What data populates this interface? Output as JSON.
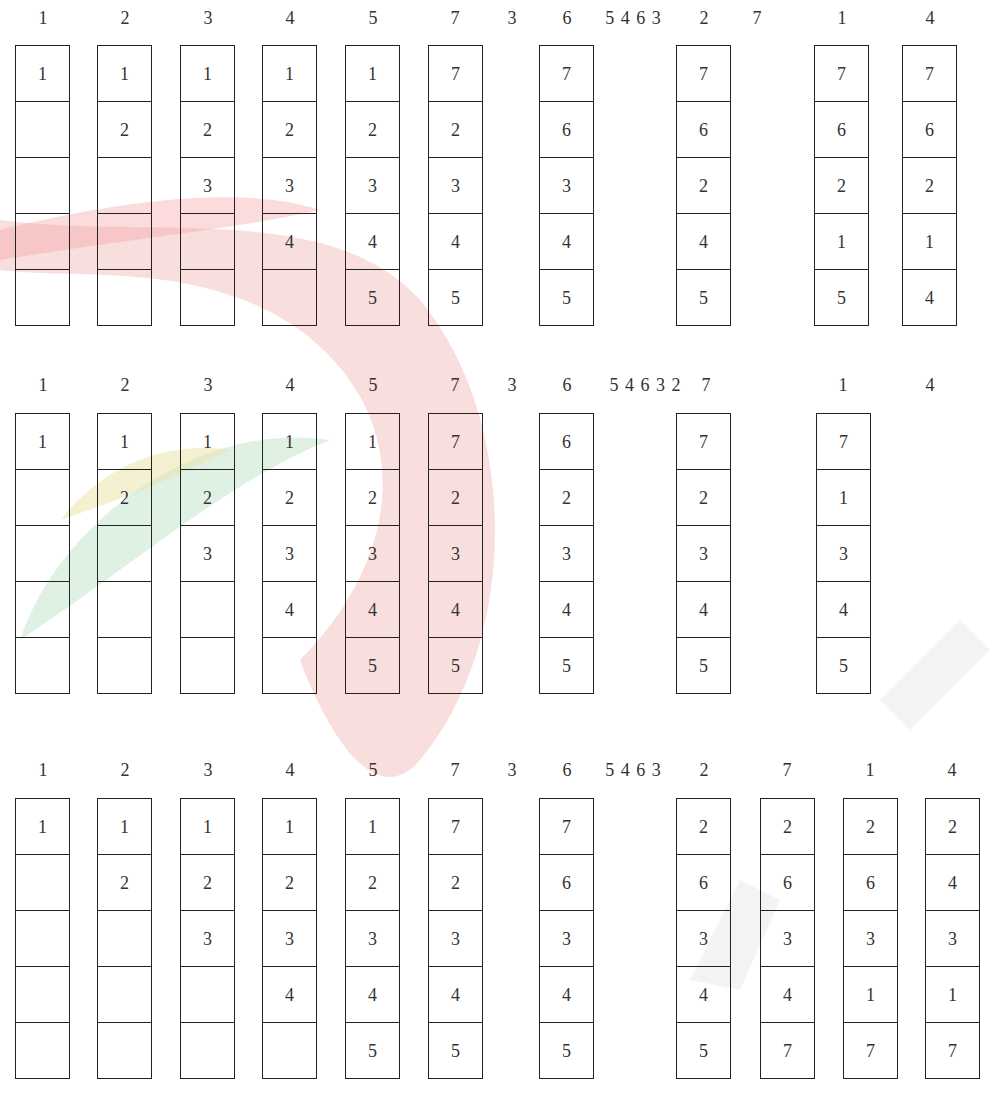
{
  "diagram": {
    "nodes": [
      {
        "text": [
          "1"
        ]
      },
      {
        "text": [
          "1"
        ]
      },
      {
        "text": [
          "2"
        ]
      },
      {
        "text": [
          "1"
        ]
      },
      {
        "text": [
          "2"
        ]
      },
      {
        "text": [
          "3"
        ]
      },
      {
        "text": [
          "1"
        ]
      },
      {
        "text": [
          "2"
        ]
      },
      {
        "text": [
          "3"
        ]
      },
      {
        "text": [
          "4"
        ]
      },
      {
        "text": [
          "1"
        ]
      },
      {
        "text": [
          "2"
        ]
      },
      {
        "text": [
          "3"
        ]
      },
      {
        "text": [
          "4"
        ]
      },
      {
        "text": [
          "5"
        ]
      },
      {
        "text": [
          "7"
        ]
      },
      {
        "text": [
          "2"
        ]
      },
      {
        "text": [
          "3"
        ]
      },
      {
        "text": [
          "4"
        ]
      },
      {
        "text": [
          "5"
        ]
      },
      {
        "text": [
          "7"
        ]
      },
      {
        "text": [
          "6"
        ]
      },
      {
        "text": [
          "3"
        ]
      },
      {
        "text": [
          "4"
        ]
      },
      {
        "text": [
          "5"
        ]
      },
      {
        "text": [
          "7"
        ]
      },
      {
        "text": [
          "6"
        ]
      },
      {
        "text": [
          "2"
        ]
      },
      {
        "text": [
          "4"
        ]
      },
      {
        "text": [
          "5"
        ]
      },
      {
        "text": [
          "7"
        ]
      },
      {
        "text": [
          "6"
        ]
      },
      {
        "text": [
          "2"
        ]
      },
      {
        "text": [
          "1"
        ]
      },
      {
        "text": [
          "5"
        ]
      },
      {
        "text": [
          "7"
        ]
      },
      {
        "text": [
          "6"
        ]
      },
      {
        "text": [
          "2"
        ]
      },
      {
        "text": [
          "1"
        ]
      },
      {
        "text": [
          "4"
        ]
      },
      {
        "text": [
          "1"
        ]
      },
      {
        "text": [
          "1"
        ]
      },
      {
        "text": [
          "2"
        ]
      },
      {
        "text": [
          "1"
        ]
      },
      {
        "text": [
          "2"
        ]
      },
      {
        "text": [
          "3"
        ]
      },
      {
        "text": [
          "1"
        ]
      },
      {
        "text": [
          "2"
        ]
      },
      {
        "text": [
          "3"
        ]
      },
      {
        "text": [
          "4"
        ]
      },
      {
        "text": [
          "1"
        ]
      },
      {
        "text": [
          "2"
        ]
      },
      {
        "text": [
          "3"
        ]
      },
      {
        "text": [
          "4"
        ]
      },
      {
        "text": [
          "5"
        ]
      },
      {
        "text": [
          "7"
        ]
      },
      {
        "text": [
          "2"
        ]
      },
      {
        "text": [
          "3"
        ]
      },
      {
        "text": [
          "4"
        ]
      },
      {
        "text": [
          "5"
        ]
      },
      {
        "text": [
          "6"
        ]
      },
      {
        "text": [
          "2"
        ]
      },
      {
        "text": [
          "3"
        ]
      },
      {
        "text": [
          "4"
        ]
      },
      {
        "text": [
          "5"
        ]
      },
      {
        "text": [
          "7"
        ]
      },
      {
        "text": [
          "2"
        ]
      },
      {
        "text": [
          "3"
        ]
      },
      {
        "text": [
          "4"
        ]
      },
      {
        "text": [
          "5"
        ]
      },
      {
        "text": [
          "7"
        ]
      },
      {
        "text": [
          "1"
        ]
      },
      {
        "text": [
          "3"
        ]
      },
      {
        "text": [
          "4"
        ]
      },
      {
        "text": [
          "5"
        ]
      },
      {
        "text": [
          "1"
        ]
      },
      {
        "text": [
          "1"
        ]
      },
      {
        "text": [
          "2"
        ]
      },
      {
        "text": [
          "1"
        ]
      },
      {
        "text": [
          "2"
        ]
      },
      {
        "text": [
          "3"
        ]
      },
      {
        "text": [
          "1"
        ]
      },
      {
        "text": [
          "2"
        ]
      },
      {
        "text": [
          "3"
        ]
      },
      {
        "text": [
          "4"
        ]
      },
      {
        "text": [
          "1"
        ]
      },
      {
        "text": [
          "2"
        ]
      },
      {
        "text": [
          "3"
        ]
      },
      {
        "text": [
          "4"
        ]
      },
      {
        "text": [
          "5"
        ]
      },
      {
        "text": [
          "7"
        ]
      },
      {
        "text": [
          "2"
        ]
      },
      {
        "text": [
          "3"
        ]
      },
      {
        "text": [
          "4"
        ]
      },
      {
        "text": [
          "5"
        ]
      },
      {
        "text": [
          "7"
        ]
      },
      {
        "text": [
          "6"
        ]
      },
      {
        "text": [
          "3"
        ]
      },
      {
        "text": [
          "4"
        ]
      },
      {
        "text": [
          "5"
        ]
      },
      {
        "text": [
          "2"
        ]
      },
      {
        "text": [
          "6"
        ]
      },
      {
        "text": [
          "3"
        ]
      },
      {
        "text": [
          "4"
        ]
      },
      {
        "text": [
          "5"
        ]
      },
      {
        "text": [
          "2"
        ]
      },
      {
        "text": [
          "6"
        ]
      },
      {
        "text": [
          "3"
        ]
      },
      {
        "text": [
          "4"
        ]
      },
      {
        "text": [
          "7"
        ]
      },
      {
        "text": [
          "2"
        ]
      },
      {
        "text": [
          "6"
        ]
      },
      {
        "text": [
          "3"
        ]
      },
      {
        "text": [
          "1"
        ]
      },
      {
        "text": [
          "7"
        ]
      },
      {
        "text": [
          "2"
        ]
      },
      {
        "text": [
          "4"
        ]
      },
      {
        "text": [
          "3"
        ]
      },
      {
        "text": [
          "1"
        ]
      },
      {
        "text": [
          "7"
        ]
      }
    ],
    "labels": [
      "1",
      "2",
      "3",
      "4",
      "5",
      "7",
      "3",
      "6",
      "5 4 6 3",
      "2",
      "7",
      "1",
      "4",
      "1",
      "2",
      "3",
      "4",
      "5",
      "7",
      "3",
      "6",
      "5 4 6 3 2",
      "7",
      "1",
      "4",
      "1",
      "2",
      "3",
      "4",
      "5",
      "7",
      "3",
      "6",
      "5 4 6 3",
      "2",
      "7",
      "1",
      "4"
    ]
  }
}
